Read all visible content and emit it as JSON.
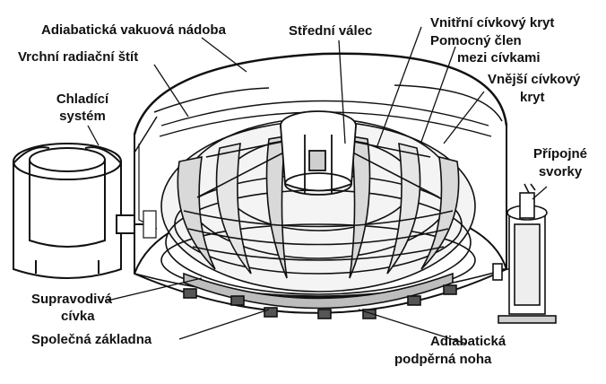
{
  "labels": {
    "adiabatic_vessel": "Adiabatická vakuová nádoba",
    "center_cylinder": "Střední válec",
    "inner_coil_case": "Vnitřní cívkový kryt",
    "aux_member_1": "Pomocný člen",
    "aux_member_2": "mezi cívkami",
    "outer_coil_case_1": "Vnější cívkový",
    "outer_coil_case_2": "kryt",
    "upper_radiation_shield": "Vrchní radiační štít",
    "cooling_system_1": "Chladící",
    "cooling_system_2": "systém",
    "terminals_1": "Přípojné",
    "terminals_2": "svorky",
    "sc_coil_1": "Supravodivá",
    "sc_coil_2": "cívka",
    "common_base": "Společná základna",
    "adiabatic_leg_1": "Adiabatická",
    "adiabatic_leg_2": "podpěrná noha"
  },
  "colors": {
    "ink": "#111111",
    "paper": "#ffffff",
    "shade": "#cfcfcf",
    "dark": "#555555"
  }
}
